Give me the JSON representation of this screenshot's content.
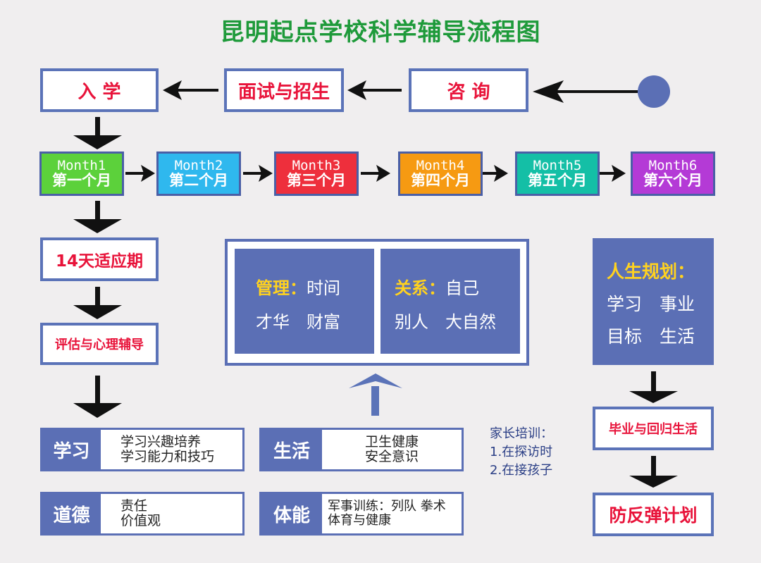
{
  "title": "昆明起点学校科学辅导流程图",
  "top": {
    "s1": "入 学",
    "s2": "面试与招生",
    "s3": "咨 询"
  },
  "months": [
    {
      "en": "Month1",
      "zh": "第一个月",
      "color": "#5cd13b"
    },
    {
      "en": "Month2",
      "zh": "第二个月",
      "color": "#2fb8ee"
    },
    {
      "en": "Month3",
      "zh": "第三个月",
      "color": "#ee2f3c"
    },
    {
      "en": "Month4",
      "zh": "第四个月",
      "color": "#f69a12"
    },
    {
      "en": "Month5",
      "zh": "第五个月",
      "color": "#14bfa6"
    },
    {
      "en": "Month6",
      "zh": "第六个月",
      "color": "#b43ad6"
    }
  ],
  "left": {
    "adapt": "14天适应期",
    "eval": "评估与心理辅导"
  },
  "center": {
    "p1_label": "管理：",
    "p1_v1": "时间",
    "p1_r2": "才华　财富",
    "p2_label": "关系：",
    "p2_v1": "自己",
    "p2_r2": "别人　大自然"
  },
  "right": {
    "plan_title": "人生规划：",
    "plan_r1": "学习　事业",
    "plan_r2": "目标　生活",
    "grad": "毕业与回归生活",
    "final": "防反弹计划"
  },
  "parent": {
    "title": "家长培训：",
    "i1": "1.在探访时",
    "i2": "2.在接孩子"
  },
  "rows": {
    "study": {
      "label": "学习",
      "l1": "学习兴趣培养",
      "l2": "学习能力和技巧"
    },
    "life": {
      "label": "生活",
      "l1": "卫生健康",
      "l2": "安全意识"
    },
    "moral": {
      "label": "道德",
      "l1": "责任",
      "l2": "价值观"
    },
    "fitness": {
      "label": "体能",
      "l1": "军事训练：列队 拳术",
      "l2": "体育与健康"
    }
  },
  "colors": {
    "accent": "#5b6fb5",
    "red_text": "#e8133a",
    "title_green": "#1e9a3a",
    "highlight": "#ffd21f"
  }
}
